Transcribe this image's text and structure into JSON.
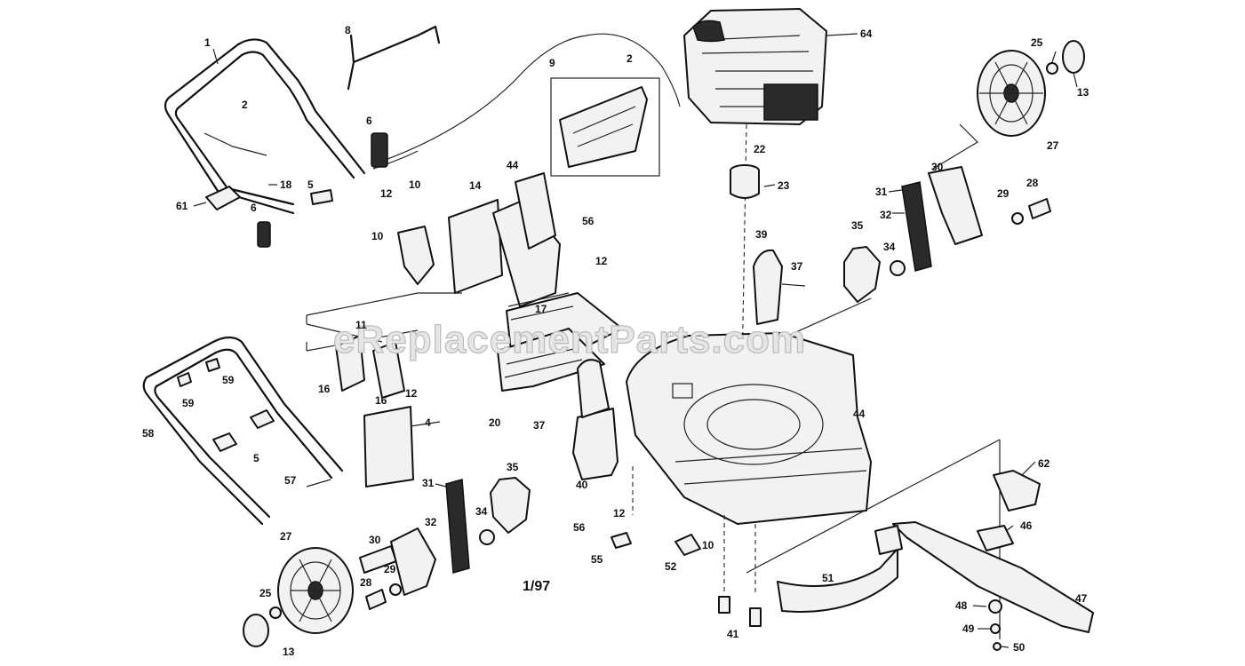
{
  "watermark": "eReplacementParts.com",
  "date_code": "1/97",
  "callouts": {
    "c1": "1",
    "c2a": "2",
    "c2b": "2",
    "c5a": "5",
    "c5b": "5",
    "c6a": "6",
    "c6b": "6",
    "c8": "8",
    "c9": "9",
    "c10a": "10",
    "c10b": "10",
    "c10c": "10",
    "c11": "11",
    "c12a": "12",
    "c12b": "12",
    "c12c": "12",
    "c12d": "12",
    "c13a": "13",
    "c13b": "13",
    "c14": "14",
    "c16a": "16",
    "c16b": "16",
    "c17": "17",
    "c18": "18",
    "c20": "20",
    "c22": "22",
    "c23": "23",
    "c25a": "25",
    "c25b": "25",
    "c27a": "27",
    "c27b": "27",
    "c28a": "28",
    "c28b": "28",
    "c29a": "29",
    "c29b": "29",
    "c30a": "30",
    "c30b": "30",
    "c31a": "31",
    "c31b": "31",
    "c32a": "32",
    "c32b": "32",
    "c34a": "34",
    "c34b": "34",
    "c35a": "35",
    "c35b": "35",
    "c37a": "37",
    "c37b": "37",
    "c39": "39",
    "c40": "40",
    "c41": "41",
    "c44a": "44",
    "c44b": "44",
    "c46": "46",
    "c47": "47",
    "c48": "48",
    "c49": "49",
    "c50": "50",
    "c51": "51",
    "c52": "52",
    "c55": "55",
    "c56a": "56",
    "c56b": "56",
    "c57": "57",
    "c58": "58",
    "c59a": "59",
    "c59b": "59",
    "c61": "61",
    "c62": "62",
    "c64": "64",
    "c4": "4"
  }
}
